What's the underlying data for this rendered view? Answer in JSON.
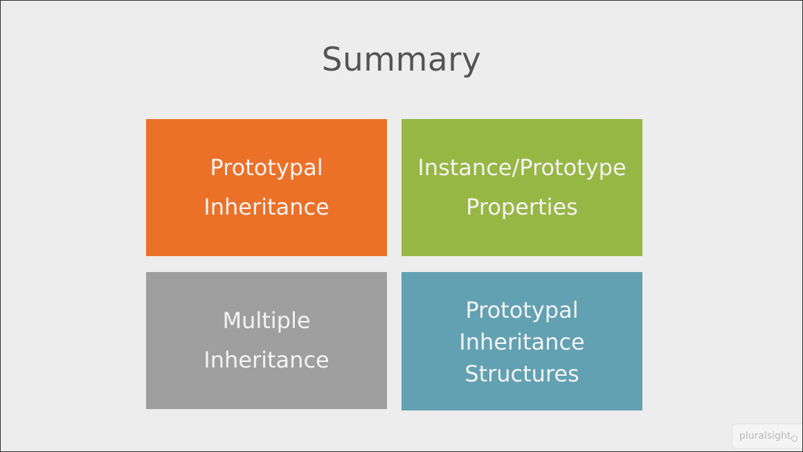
{
  "slide": {
    "title": "Summary",
    "tiles": [
      {
        "lines": [
          "Prototypal",
          "Inheritance"
        ],
        "color": "#ec7128"
      },
      {
        "lines": [
          "Instance/Prototype",
          "Properties"
        ],
        "color": "#97b744"
      },
      {
        "lines": [
          "Multiple",
          "Inheritance"
        ],
        "color": "#9f9f9f"
      },
      {
        "lines": [
          "Prototypal",
          "Inheritance",
          "Structures"
        ],
        "color": "#62a1b2"
      }
    ]
  },
  "watermark": {
    "text": "pluralsight"
  }
}
